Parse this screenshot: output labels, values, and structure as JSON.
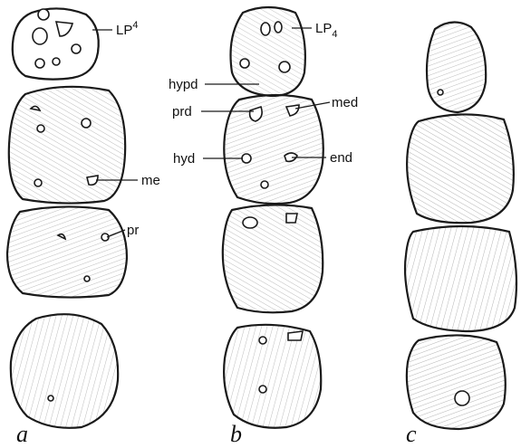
{
  "panels": [
    {
      "id": "a",
      "label": "a"
    },
    {
      "id": "b",
      "label": "b"
    },
    {
      "id": "c",
      "label": "c"
    }
  ],
  "labels": {
    "a_tooth": {
      "main": "LP",
      "sup": "4",
      "sub": ""
    },
    "b_tooth": {
      "main": "LP",
      "sup": "",
      "sub": "4"
    },
    "me": "me",
    "pr": "pr",
    "hypd": "hypd",
    "prd": "prd",
    "med": "med",
    "hyd": "hyd",
    "end": "end"
  }
}
